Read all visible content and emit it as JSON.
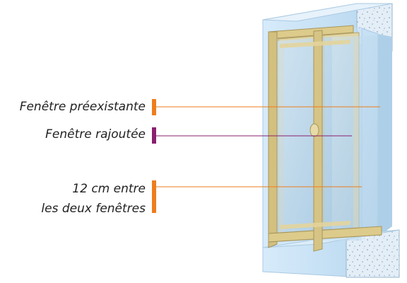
{
  "labels": {
    "preexisting_window": "Fenêtre préexistante",
    "added_window": "Fenêtre rajoutée",
    "gap_line1": "12 cm entre",
    "gap_line2": "les deux fenêtres"
  },
  "colors": {
    "preexisting_marker": "#ee7d1c",
    "added_marker": "#8a1f6e",
    "gap_marker": "#ee7d1c",
    "wall": "#cfe6f8",
    "frame_wood": "#d9c98e",
    "glass": "#b9d7ec",
    "concrete": "#dde9f3"
  }
}
